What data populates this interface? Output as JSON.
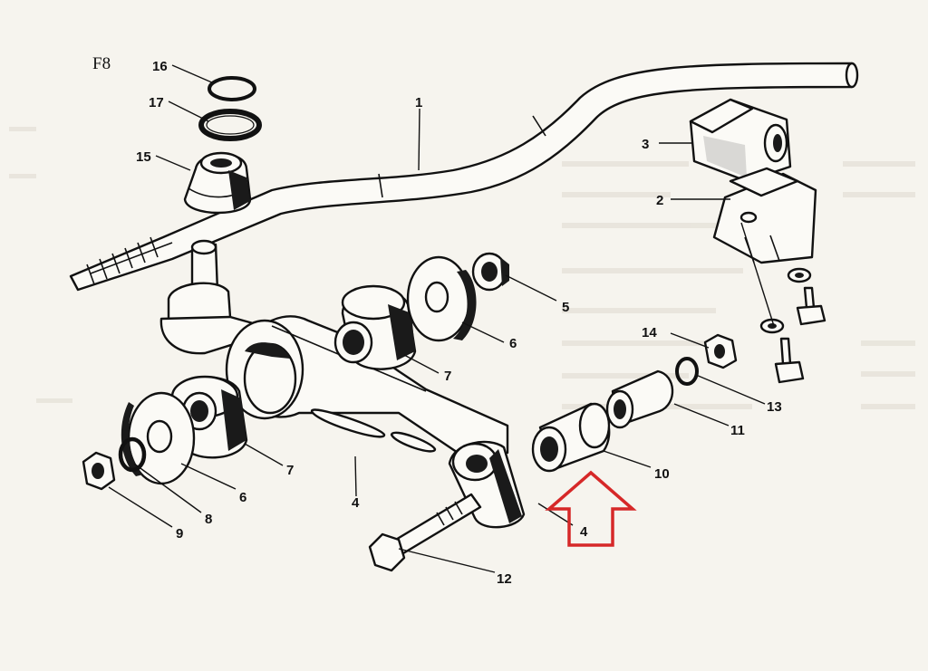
{
  "figure": {
    "label": "F8"
  },
  "highlight": {
    "color": "#d62828",
    "label": "4"
  },
  "callouts": [
    {
      "id": "1",
      "text": "1"
    },
    {
      "id": "2",
      "text": "2"
    },
    {
      "id": "3",
      "text": "3"
    },
    {
      "id": "4a",
      "text": "4"
    },
    {
      "id": "5",
      "text": "5"
    },
    {
      "id": "6a",
      "text": "6"
    },
    {
      "id": "6b",
      "text": "6"
    },
    {
      "id": "7a",
      "text": "7"
    },
    {
      "id": "7b",
      "text": "7"
    },
    {
      "id": "8",
      "text": "8"
    },
    {
      "id": "9",
      "text": "9"
    },
    {
      "id": "10",
      "text": "10"
    },
    {
      "id": "11",
      "text": "11"
    },
    {
      "id": "12",
      "text": "12"
    },
    {
      "id": "13",
      "text": "13"
    },
    {
      "id": "14",
      "text": "14"
    },
    {
      "id": "15",
      "text": "15"
    },
    {
      "id": "16",
      "text": "16"
    },
    {
      "id": "17",
      "text": "17"
    }
  ]
}
